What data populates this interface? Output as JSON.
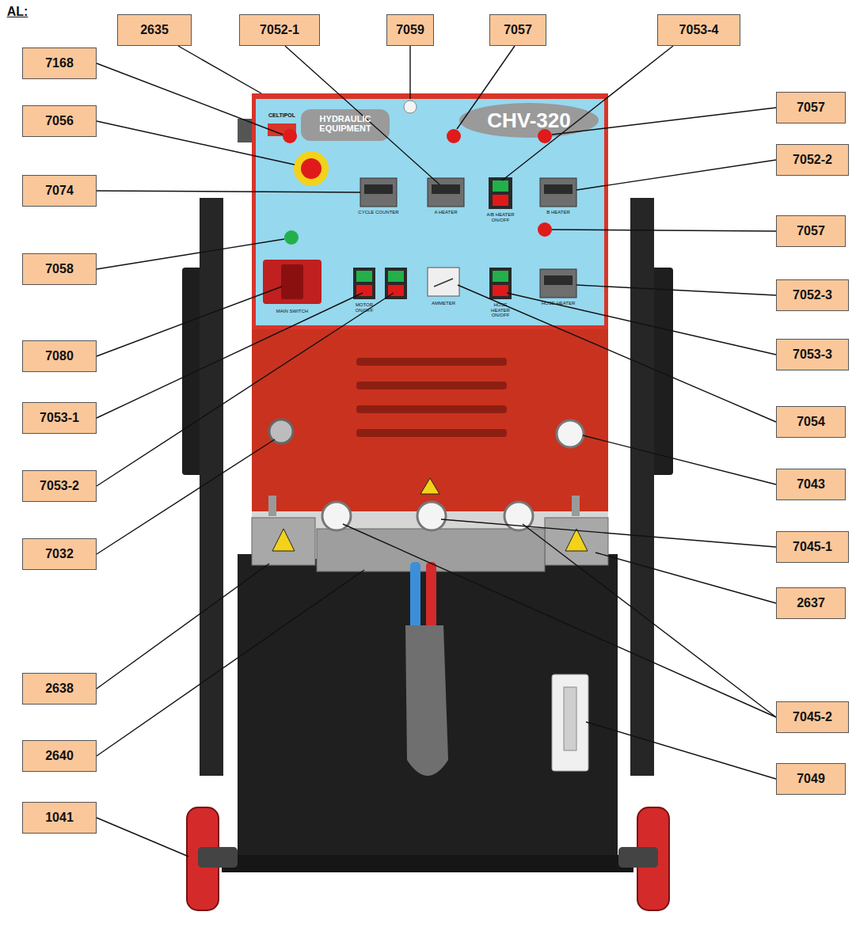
{
  "diagram": {
    "nodes": [
      {
        "text": [
          "2635"
        ]
      },
      {
        "text": [
          "7052-1"
        ]
      },
      {
        "text": [
          "7059"
        ]
      },
      {
        "text": [
          "7057"
        ]
      },
      {
        "text": [
          "7053-4"
        ]
      },
      {
        "text": [
          "7168"
        ]
      },
      {
        "text": [
          "7057"
        ]
      },
      {
        "text": [
          "7056"
        ]
      },
      {
        "text": [
          "7052-2"
        ]
      },
      {
        "text": [
          "7074"
        ]
      },
      {
        "text": [
          "7057"
        ]
      },
      {
        "text": [
          "7058"
        ]
      },
      {
        "text": [
          "7052-3"
        ]
      },
      {
        "text": [
          "7080"
        ]
      },
      {
        "text": [
          "7053-3"
        ]
      },
      {
        "text": [
          "7053-1"
        ]
      },
      {
        "text": [
          "7054"
        ]
      },
      {
        "text": [
          "7053-2"
        ]
      },
      {
        "text": [
          "7043"
        ]
      },
      {
        "text": [
          "7032"
        ]
      },
      {
        "text": [
          "7045-1"
        ]
      },
      {
        "text": [
          "2637"
        ]
      },
      {
        "text": [
          "2638"
        ]
      },
      {
        "text": [
          "7045-2"
        ]
      },
      {
        "text": [
          "2640"
        ]
      },
      {
        "text": [
          "7049"
        ]
      },
      {
        "text": [
          "1041"
        ]
      }
    ],
    "labels": [
      "AL:",
      "CELTIPOL",
      "HYDRAULIC EQUIPMENT",
      "CHV-320",
      "CYCLE COUNTER",
      "A HEATER",
      "A/B HEATER ON/OFF",
      "B HEATER",
      "MAIN SWITCH",
      "MOTOR ON/OFF",
      "AMMETER",
      "HOSE HEATER ON/OFF",
      "HOSE HEATER"
    ]
  }
}
